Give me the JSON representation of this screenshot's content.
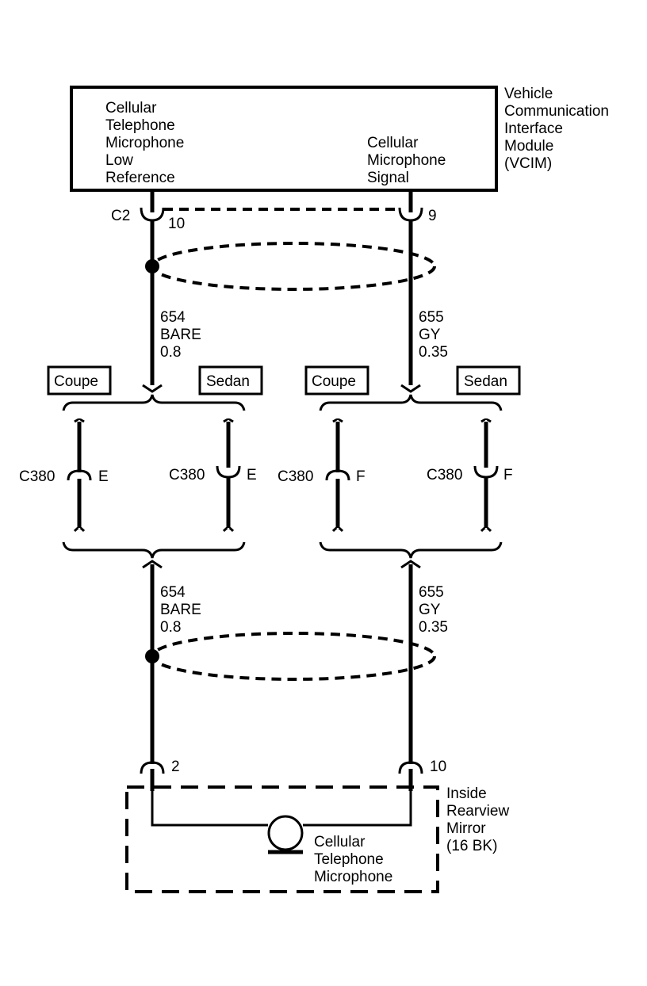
{
  "vcim": {
    "name": [
      "Vehicle",
      "Communication",
      "Interface",
      "Module",
      "(VCIM)"
    ],
    "left_signal": [
      "Cellular",
      "Telephone",
      "Microphone",
      "Low",
      "Reference"
    ],
    "right_signal": [
      "Cellular",
      "Microphone",
      "Signal"
    ]
  },
  "top_connector": {
    "name": "C2",
    "left_pin": "10",
    "right_pin": "9"
  },
  "upper_wires": {
    "left": [
      "654",
      "BARE",
      "0.8"
    ],
    "right": [
      "655",
      "GY",
      "0.35"
    ]
  },
  "variants": {
    "left_a": "Coupe",
    "left_b": "Sedan",
    "right_a": "Coupe",
    "right_b": "Sedan"
  },
  "inline_connectors": [
    {
      "name": "C380",
      "pin": "E"
    },
    {
      "name": "C380",
      "pin": "E"
    },
    {
      "name": "C380",
      "pin": "F"
    },
    {
      "name": "C380",
      "pin": "F"
    }
  ],
  "lower_wires": {
    "left": [
      "654",
      "BARE",
      "0.8"
    ],
    "right": [
      "655",
      "GY",
      "0.35"
    ]
  },
  "mirror": {
    "left_pin": "2",
    "right_pin": "10",
    "name": [
      "Inside",
      "Rearview",
      "Mirror",
      "(16 BK)"
    ],
    "component": [
      "Cellular",
      "Telephone",
      "Microphone"
    ]
  }
}
